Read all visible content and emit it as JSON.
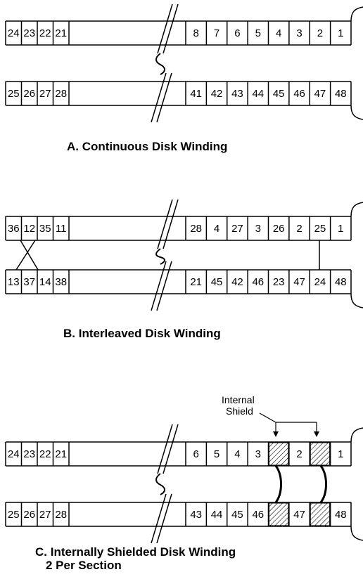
{
  "diagram_a": {
    "caption": "A. Continuous Disk Winding",
    "top_left": [
      "24",
      "23",
      "22",
      "21"
    ],
    "top_right": [
      "8",
      "7",
      "6",
      "5",
      "4",
      "3",
      "2",
      "1"
    ],
    "bottom_left": [
      "25",
      "26",
      "27",
      "28"
    ],
    "bottom_right": [
      "41",
      "42",
      "43",
      "44",
      "45",
      "46",
      "47",
      "48"
    ]
  },
  "diagram_b": {
    "caption": "B. Interleaved Disk Winding",
    "top_left": [
      "36",
      "12",
      "35",
      "11"
    ],
    "top_right": [
      "28",
      "4",
      "27",
      "3",
      "26",
      "2",
      "25",
      "1"
    ],
    "bottom_left": [
      "13",
      "37",
      "14",
      "38"
    ],
    "bottom_right": [
      "21",
      "45",
      "42",
      "46",
      "23",
      "47",
      "24",
      "48"
    ]
  },
  "diagram_c": {
    "caption_line1": "C. Internally Shielded Disk Winding",
    "caption_line2": "2 Per Section",
    "shield_label_line1": "Internal",
    "shield_label_line2": "Shield",
    "top_left": [
      "24",
      "23",
      "22",
      "21"
    ],
    "top_right": [
      "6",
      "5",
      "4",
      "3",
      "",
      "2",
      "",
      "1"
    ],
    "bottom_left": [
      "25",
      "26",
      "27",
      "28"
    ],
    "bottom_right": [
      "43",
      "44",
      "45",
      "46",
      "",
      "47",
      "",
      "48"
    ]
  }
}
